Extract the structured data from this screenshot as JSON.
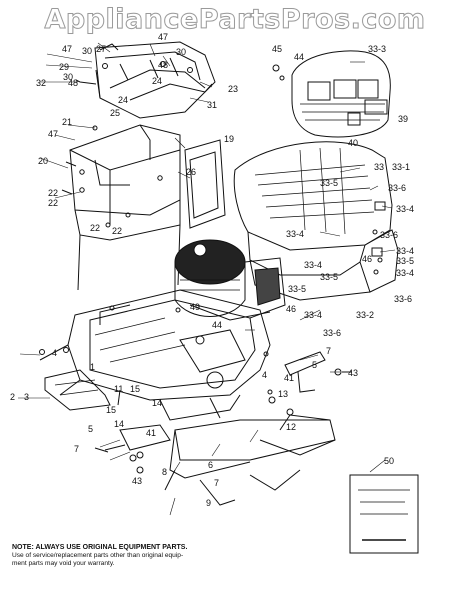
{
  "watermark": "AppliancePartsPros.com",
  "note": {
    "heading": "NOTE: ALWAYS USE ORIGINAL EQUIPMENT PARTS.",
    "body1": "Use of service/replacement parts other than original equip-",
    "body2": "ment parts may void your warranty."
  },
  "labels": {
    "n1": "1",
    "n2": "2",
    "n3": "3",
    "n4": "4",
    "n5": "5",
    "n6": "6",
    "n7": "7",
    "n8": "8",
    "n9": "9",
    "n11": "11",
    "n12": "12",
    "n13": "13",
    "n14": "14",
    "n15": "15",
    "n19": "19",
    "n20": "20",
    "n21": "21",
    "n22": "22",
    "n23": "23",
    "n24": "24",
    "n25": "25",
    "n26": "26",
    "n27": "27",
    "n29": "29",
    "n30": "30",
    "n31": "31",
    "n32": "32",
    "n33": "33",
    "n33_1": "33-1",
    "n33_2": "33-2",
    "n33_3": "33-3",
    "n33_4": "33-4",
    "n33_5": "33-5",
    "n33_6": "33-6",
    "n39": "39",
    "n40": "40",
    "n41": "41",
    "n43": "43",
    "n44": "44",
    "n45": "45",
    "n46": "46",
    "n47": "47",
    "n48": "48",
    "n49": "49",
    "n50": "50"
  },
  "colors": {
    "ink": "#111111",
    "paper": "#ffffff",
    "watermark": "#9a9a9a"
  }
}
